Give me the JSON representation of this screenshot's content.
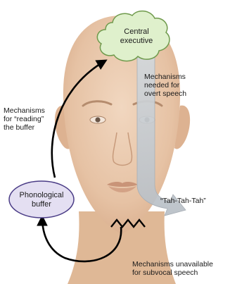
{
  "nodes": {
    "central_executive": "Central\nexecutive",
    "phonological_buffer": "Phonological\nbuffer"
  },
  "labels": {
    "overt_mechanisms": "Mechanisms\nneeded for\novert speech",
    "reading_mechanisms": "Mechanisms\nfor “reading”\nthe buffer",
    "speech_output": "“Tah-Tah-Tah”",
    "subvocal_unavailable": "Mechanisms unavailable\nfor subvocal speech"
  },
  "colors": {
    "cloud_fill": "#dff0cc",
    "cloud_stroke": "#6f9a4c",
    "buffer_fill": "#e4dff2",
    "buffer_stroke": "#4a3c86",
    "skin": "#e9c8ac",
    "arrow_fill": "#c6cdd3"
  },
  "icons": [
    "speech-block-zigzag-icon"
  ]
}
